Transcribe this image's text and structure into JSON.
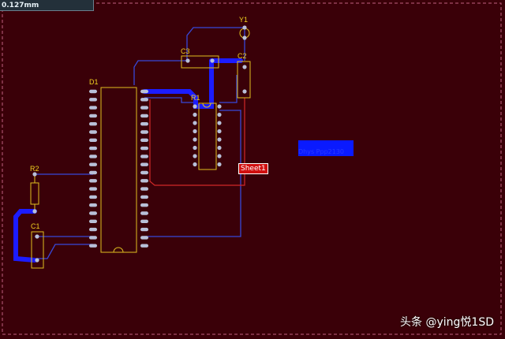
{
  "hud": {
    "grid_text": "0.127mm"
  },
  "sheet": {
    "label": "Sheet1"
  },
  "selection": {
    "text": "Dhys Ppp2130"
  },
  "components": {
    "y1": "Y1",
    "c3": "C3",
    "c2": "C2",
    "d1": "D1",
    "r1": "R1",
    "r2": "R2",
    "c1": "C1"
  },
  "watermark": {
    "text": "头条 @ying悦1SD"
  },
  "colors": {
    "board": "#3a0008",
    "trace_blue": "#1a1aff",
    "trace_thin": "#3340d0",
    "silk_yellow": "#e0c020",
    "pad_gray": "#b8c0d8",
    "red_line": "#d02020",
    "outline": "#a04060"
  }
}
